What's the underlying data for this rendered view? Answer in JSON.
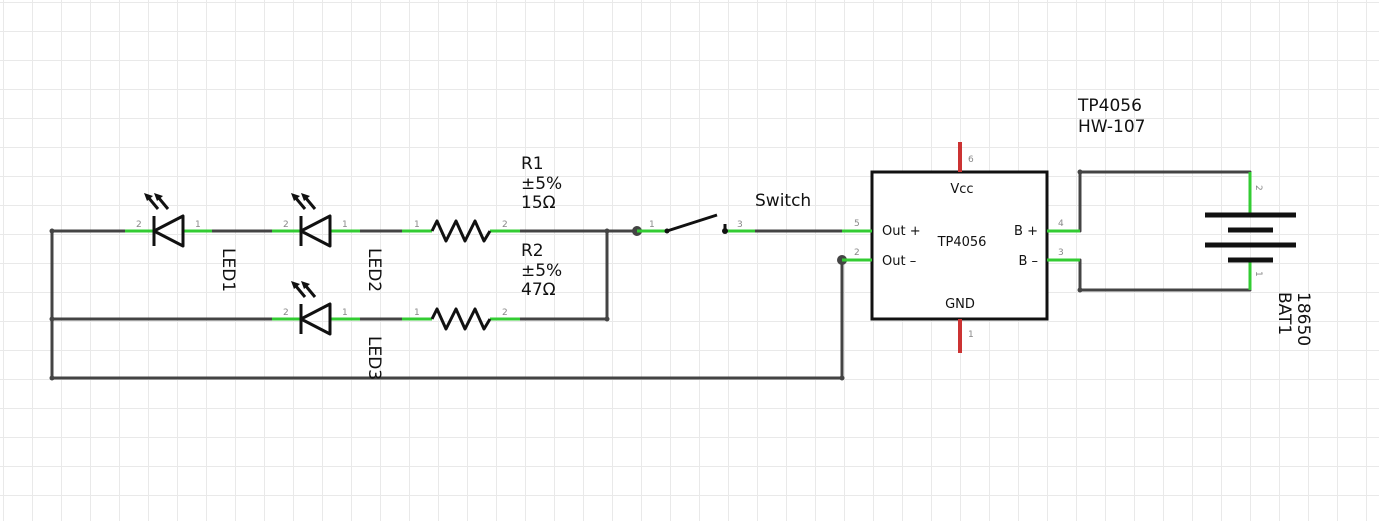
{
  "colors": {
    "wire": "#444444",
    "pin_active": "#33cc33",
    "pin_power": "#cc3333",
    "symbol": "#111111",
    "grid": "#e9e9e9"
  },
  "components": {
    "led1": {
      "ref": "LED1",
      "pin_a": "2",
      "pin_k": "1"
    },
    "led2": {
      "ref": "LED2",
      "pin_a": "2",
      "pin_k": "1"
    },
    "led3": {
      "ref": "LED3",
      "pin_a": "2",
      "pin_k": "1"
    },
    "r1": {
      "ref": "R1",
      "tolerance": "±5%",
      "value": "15Ω",
      "pin1": "1",
      "pin2": "2"
    },
    "r2": {
      "ref": "R2",
      "tolerance": "±5%",
      "value": "47Ω",
      "pin1": "1",
      "pin2": "2"
    },
    "switch": {
      "ref": "Switch",
      "pin1": "1",
      "pin3": "3"
    },
    "module": {
      "name": "TP4056",
      "part_line1": "TP4056",
      "part_line2": "HW-107",
      "vcc": "Vcc",
      "gnd": "GND",
      "out_plus": "Out +",
      "out_minus": "Out –",
      "b_plus": "B +",
      "b_minus": "B –",
      "pin_out_plus": "5",
      "pin_out_minus": "2",
      "pin_b_plus": "4",
      "pin_b_minus": "3",
      "pin_vcc": "6",
      "pin_gnd": "1"
    },
    "battery": {
      "ref": "BAT1",
      "value": "18650",
      "pin_top": "2",
      "pin_bottom": "1"
    }
  }
}
